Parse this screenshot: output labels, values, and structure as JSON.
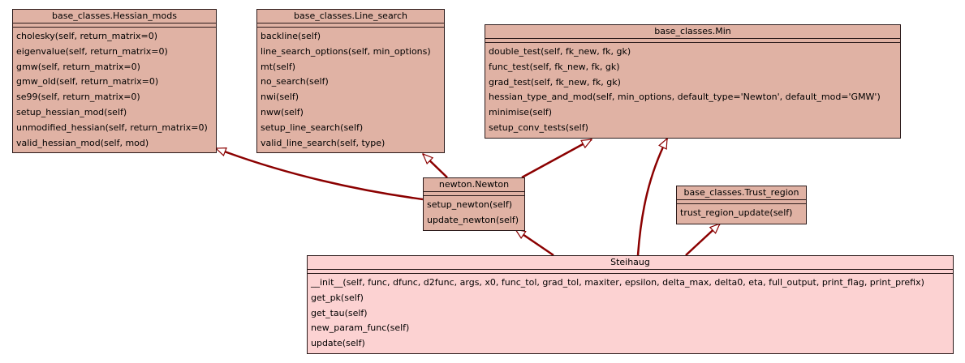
{
  "classes": {
    "hessian_mods": {
      "name": "base_classes.Hessian_mods",
      "methods": [
        "cholesky(self, return_matrix=0)",
        "eigenvalue(self, return_matrix=0)",
        "gmw(self, return_matrix=0)",
        "gmw_old(self, return_matrix=0)",
        "se99(self, return_matrix=0)",
        "setup_hessian_mod(self)",
        "unmodified_hessian(self, return_matrix=0)",
        "valid_hessian_mod(self, mod)"
      ]
    },
    "line_search": {
      "name": "base_classes.Line_search",
      "methods": [
        "backline(self)",
        "line_search_options(self, min_options)",
        "mt(self)",
        "no_search(self)",
        "nwi(self)",
        "nww(self)",
        "setup_line_search(self)",
        "valid_line_search(self, type)"
      ]
    },
    "min": {
      "name": "base_classes.Min",
      "methods": [
        "double_test(self, fk_new, fk, gk)",
        "func_test(self, fk_new, fk, gk)",
        "grad_test(self, fk_new, fk, gk)",
        "hessian_type_and_mod(self, min_options, default_type='Newton', default_mod='GMW')",
        "minimise(self)",
        "setup_conv_tests(self)"
      ]
    },
    "newton": {
      "name": "newton.Newton",
      "methods": [
        "setup_newton(self)",
        "update_newton(self)"
      ]
    },
    "trust_region": {
      "name": "base_classes.Trust_region",
      "methods": [
        "trust_region_update(self)"
      ]
    },
    "steihaug": {
      "name": "Steihaug",
      "methods": [
        "__init__(self, func, dfunc, d2func, args, x0, func_tol, grad_tol, maxiter, epsilon, delta_max, delta0, eta, full_output, print_flag, print_prefix)",
        "get_pk(self)",
        "get_tau(self)",
        "new_param_func(self)",
        "update(self)"
      ]
    }
  },
  "inheritance": [
    {
      "child": "newton",
      "parent": "hessian_mods"
    },
    {
      "child": "newton",
      "parent": "line_search"
    },
    {
      "child": "newton",
      "parent": "min"
    },
    {
      "child": "steihaug",
      "parent": "newton"
    },
    {
      "child": "steihaug",
      "parent": "min"
    },
    {
      "child": "steihaug",
      "parent": "trust_region"
    }
  ],
  "colors": {
    "base_fill": "#e0b2a4",
    "leaf_fill": "#fcd2d2",
    "edge": "#8b0000"
  }
}
